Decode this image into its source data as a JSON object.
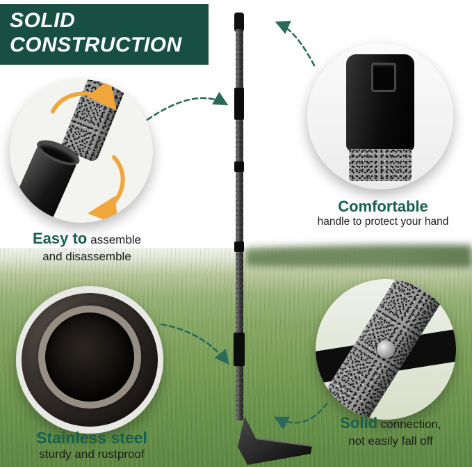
{
  "banner": {
    "line1": "SOLID",
    "line2": "CONSTRUCTION"
  },
  "callouts": {
    "assemble": {
      "title": "Easy to",
      "text1": "assemble",
      "text2": "and disassemble"
    },
    "handle": {
      "title": "Comfortable",
      "text": "handle to protect your hand"
    },
    "steel": {
      "title": "Stainless steel",
      "text": "sturdy and rustproof"
    },
    "connection": {
      "title": "Solid",
      "text1": "connection,",
      "text2": "not easily fall off"
    }
  },
  "icons": {
    "arrows": "dashed-arrow-icon",
    "rotation_arrows": "rotate-arrow-icon"
  },
  "colors": {
    "accent": "#17604f",
    "banner_bg": "#174f43",
    "arrow": "#2b6a58",
    "orange": "#f0a63a",
    "grass": "#6f9a50"
  }
}
